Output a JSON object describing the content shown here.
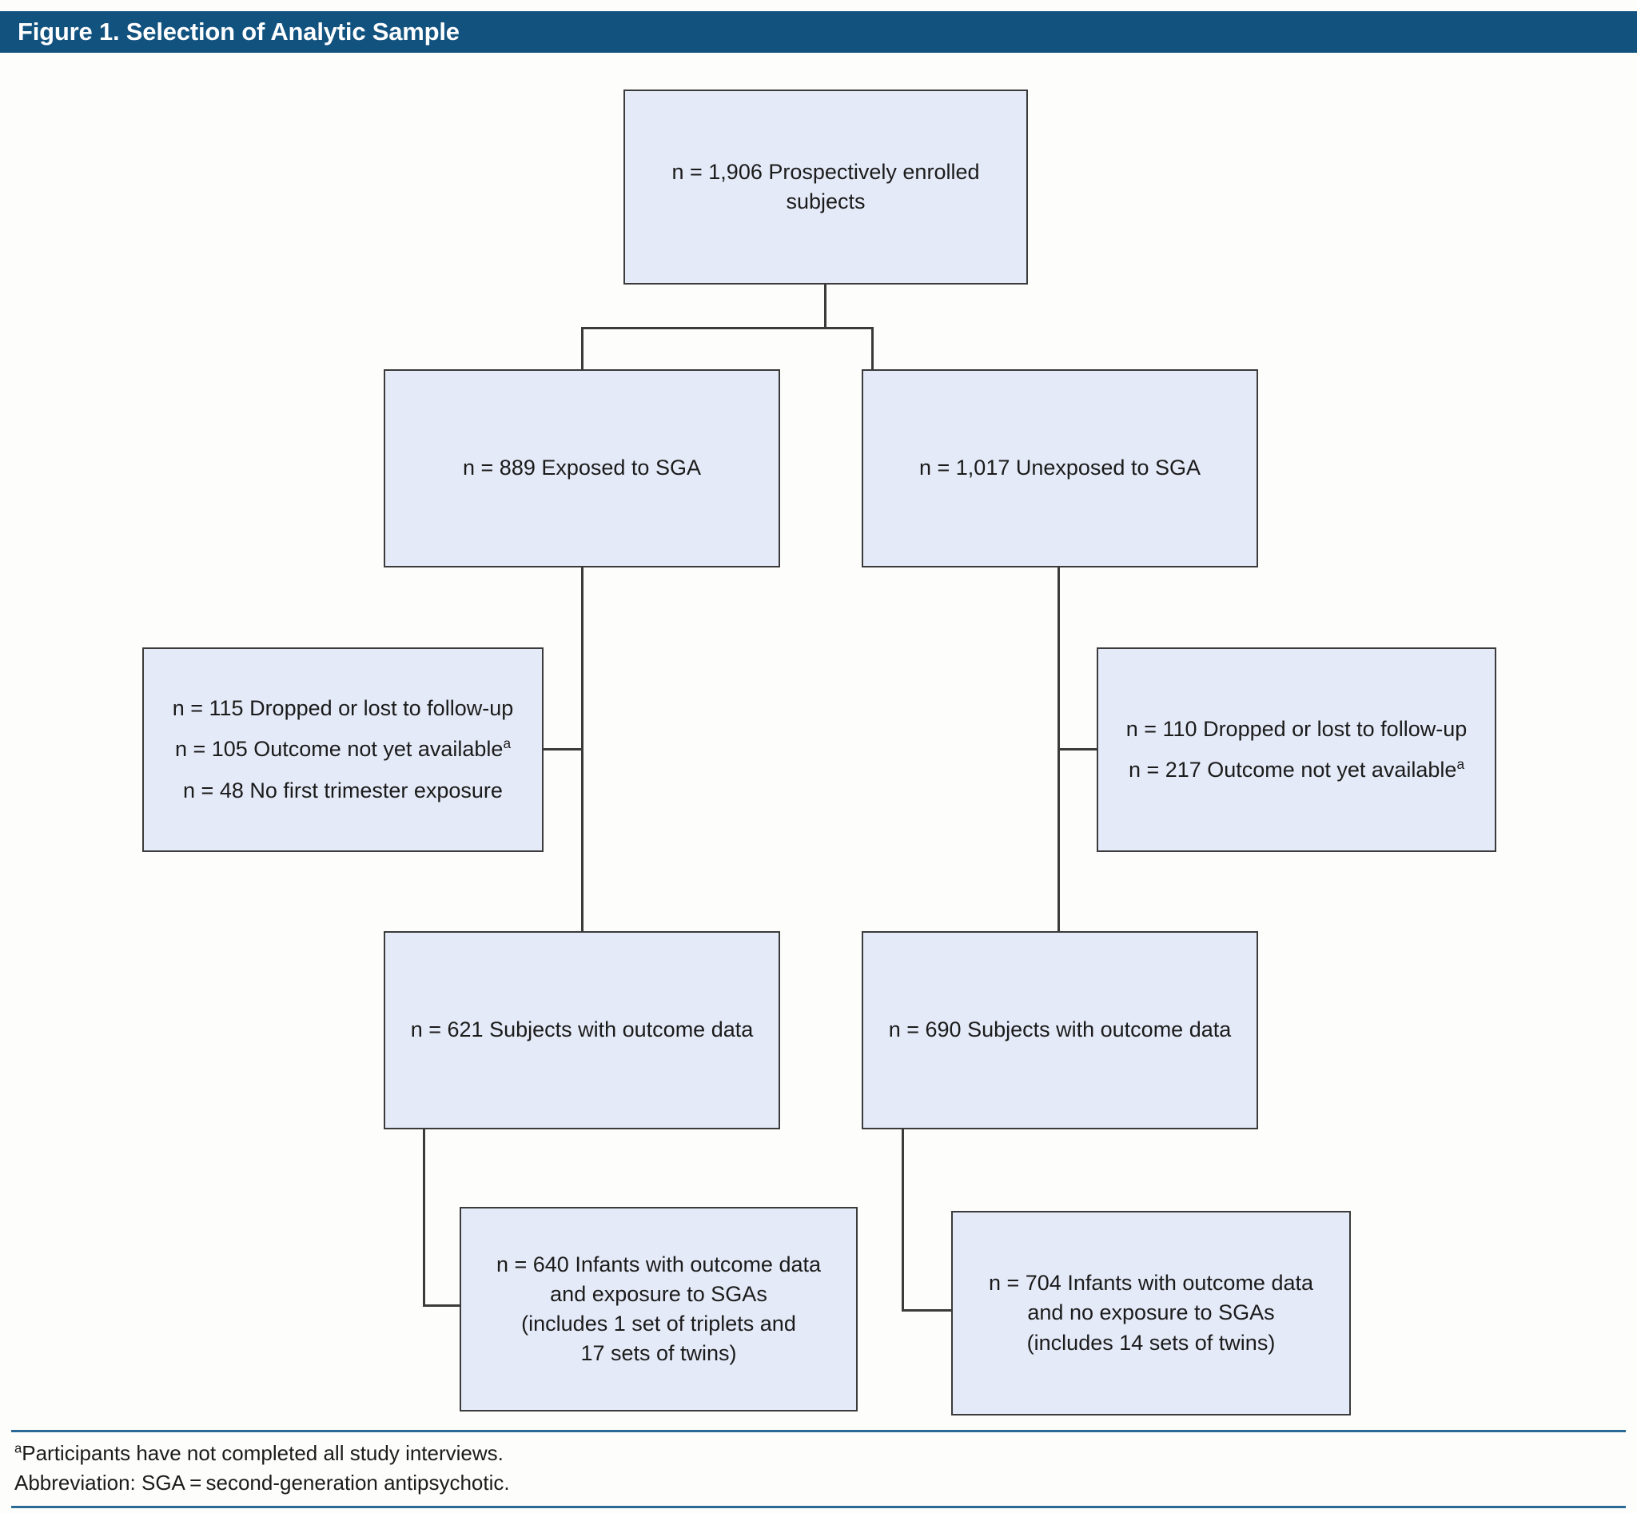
{
  "figure": {
    "title": "Figure 1. Selection of Analytic Sample",
    "header_color": "#12527f",
    "box_fill": "#e4eaf7",
    "box_border": "#3b3b3b",
    "rule_color": "#2b6a96"
  },
  "nodes": {
    "enrolled": {
      "lines": [
        "n = 1,906 Prospectively enrolled",
        "subjects"
      ]
    },
    "exposed": {
      "lines": [
        "n = 889 Exposed to SGA"
      ]
    },
    "unexposed": {
      "lines": [
        "n = 1,017 Unexposed to SGA"
      ]
    },
    "excluded_left": {
      "line1": "n = 115 Dropped or lost to follow-up",
      "line2_pre": "n = 105 Outcome not yet available",
      "line2_sup": "a",
      "line3": "n = 48 No first trimester exposure"
    },
    "excluded_right": {
      "line1": "n = 110 Dropped or lost to follow-up",
      "line2_pre": "n = 217 Outcome not yet available",
      "line2_sup": "a"
    },
    "subjects_left": {
      "lines": [
        "n = 621 Subjects with outcome data"
      ]
    },
    "subjects_right": {
      "lines": [
        "n = 690 Subjects with outcome data"
      ]
    },
    "infants_left": {
      "line1": "n = 640 Infants with outcome data",
      "line2": "and exposure to SGAs",
      "line3": "(includes 1 set of triplets and",
      "line4": "17 sets of twins)"
    },
    "infants_right": {
      "line1": "n = 704 Infants with outcome data",
      "line2": "and no exposure to SGAs",
      "line3": "(includes 14 sets of twins)"
    }
  },
  "footnotes": {
    "marker": "a",
    "note_a": "Participants have not completed all study interviews.",
    "abbreviation": "Abbreviation: SGA = second-generation antipsychotic."
  }
}
